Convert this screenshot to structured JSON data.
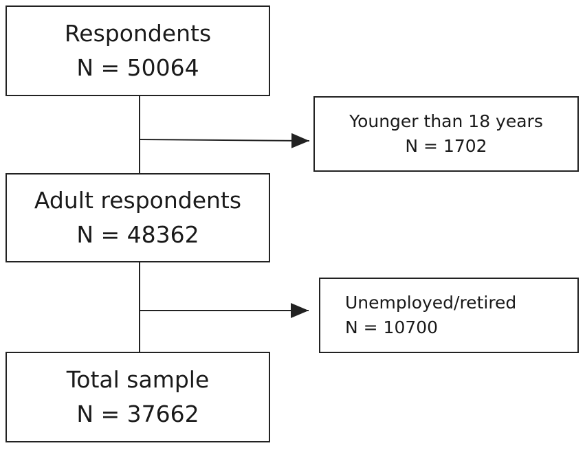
{
  "boxes": {
    "respondents": {
      "label": "Respondents",
      "count": "N = 50064"
    },
    "adult": {
      "label": "Adult respondents",
      "count": "N = 48362"
    },
    "total": {
      "label": "Total sample",
      "count": "N = 37662"
    },
    "younger": {
      "label": "Younger than 18 years",
      "count": "N = 1702"
    },
    "unemployed": {
      "label": "Unemployed/retired",
      "count": "N = 10700"
    }
  },
  "colors": {
    "stroke": "#222222",
    "text": "#1a1a1a",
    "background": "#ffffff"
  }
}
